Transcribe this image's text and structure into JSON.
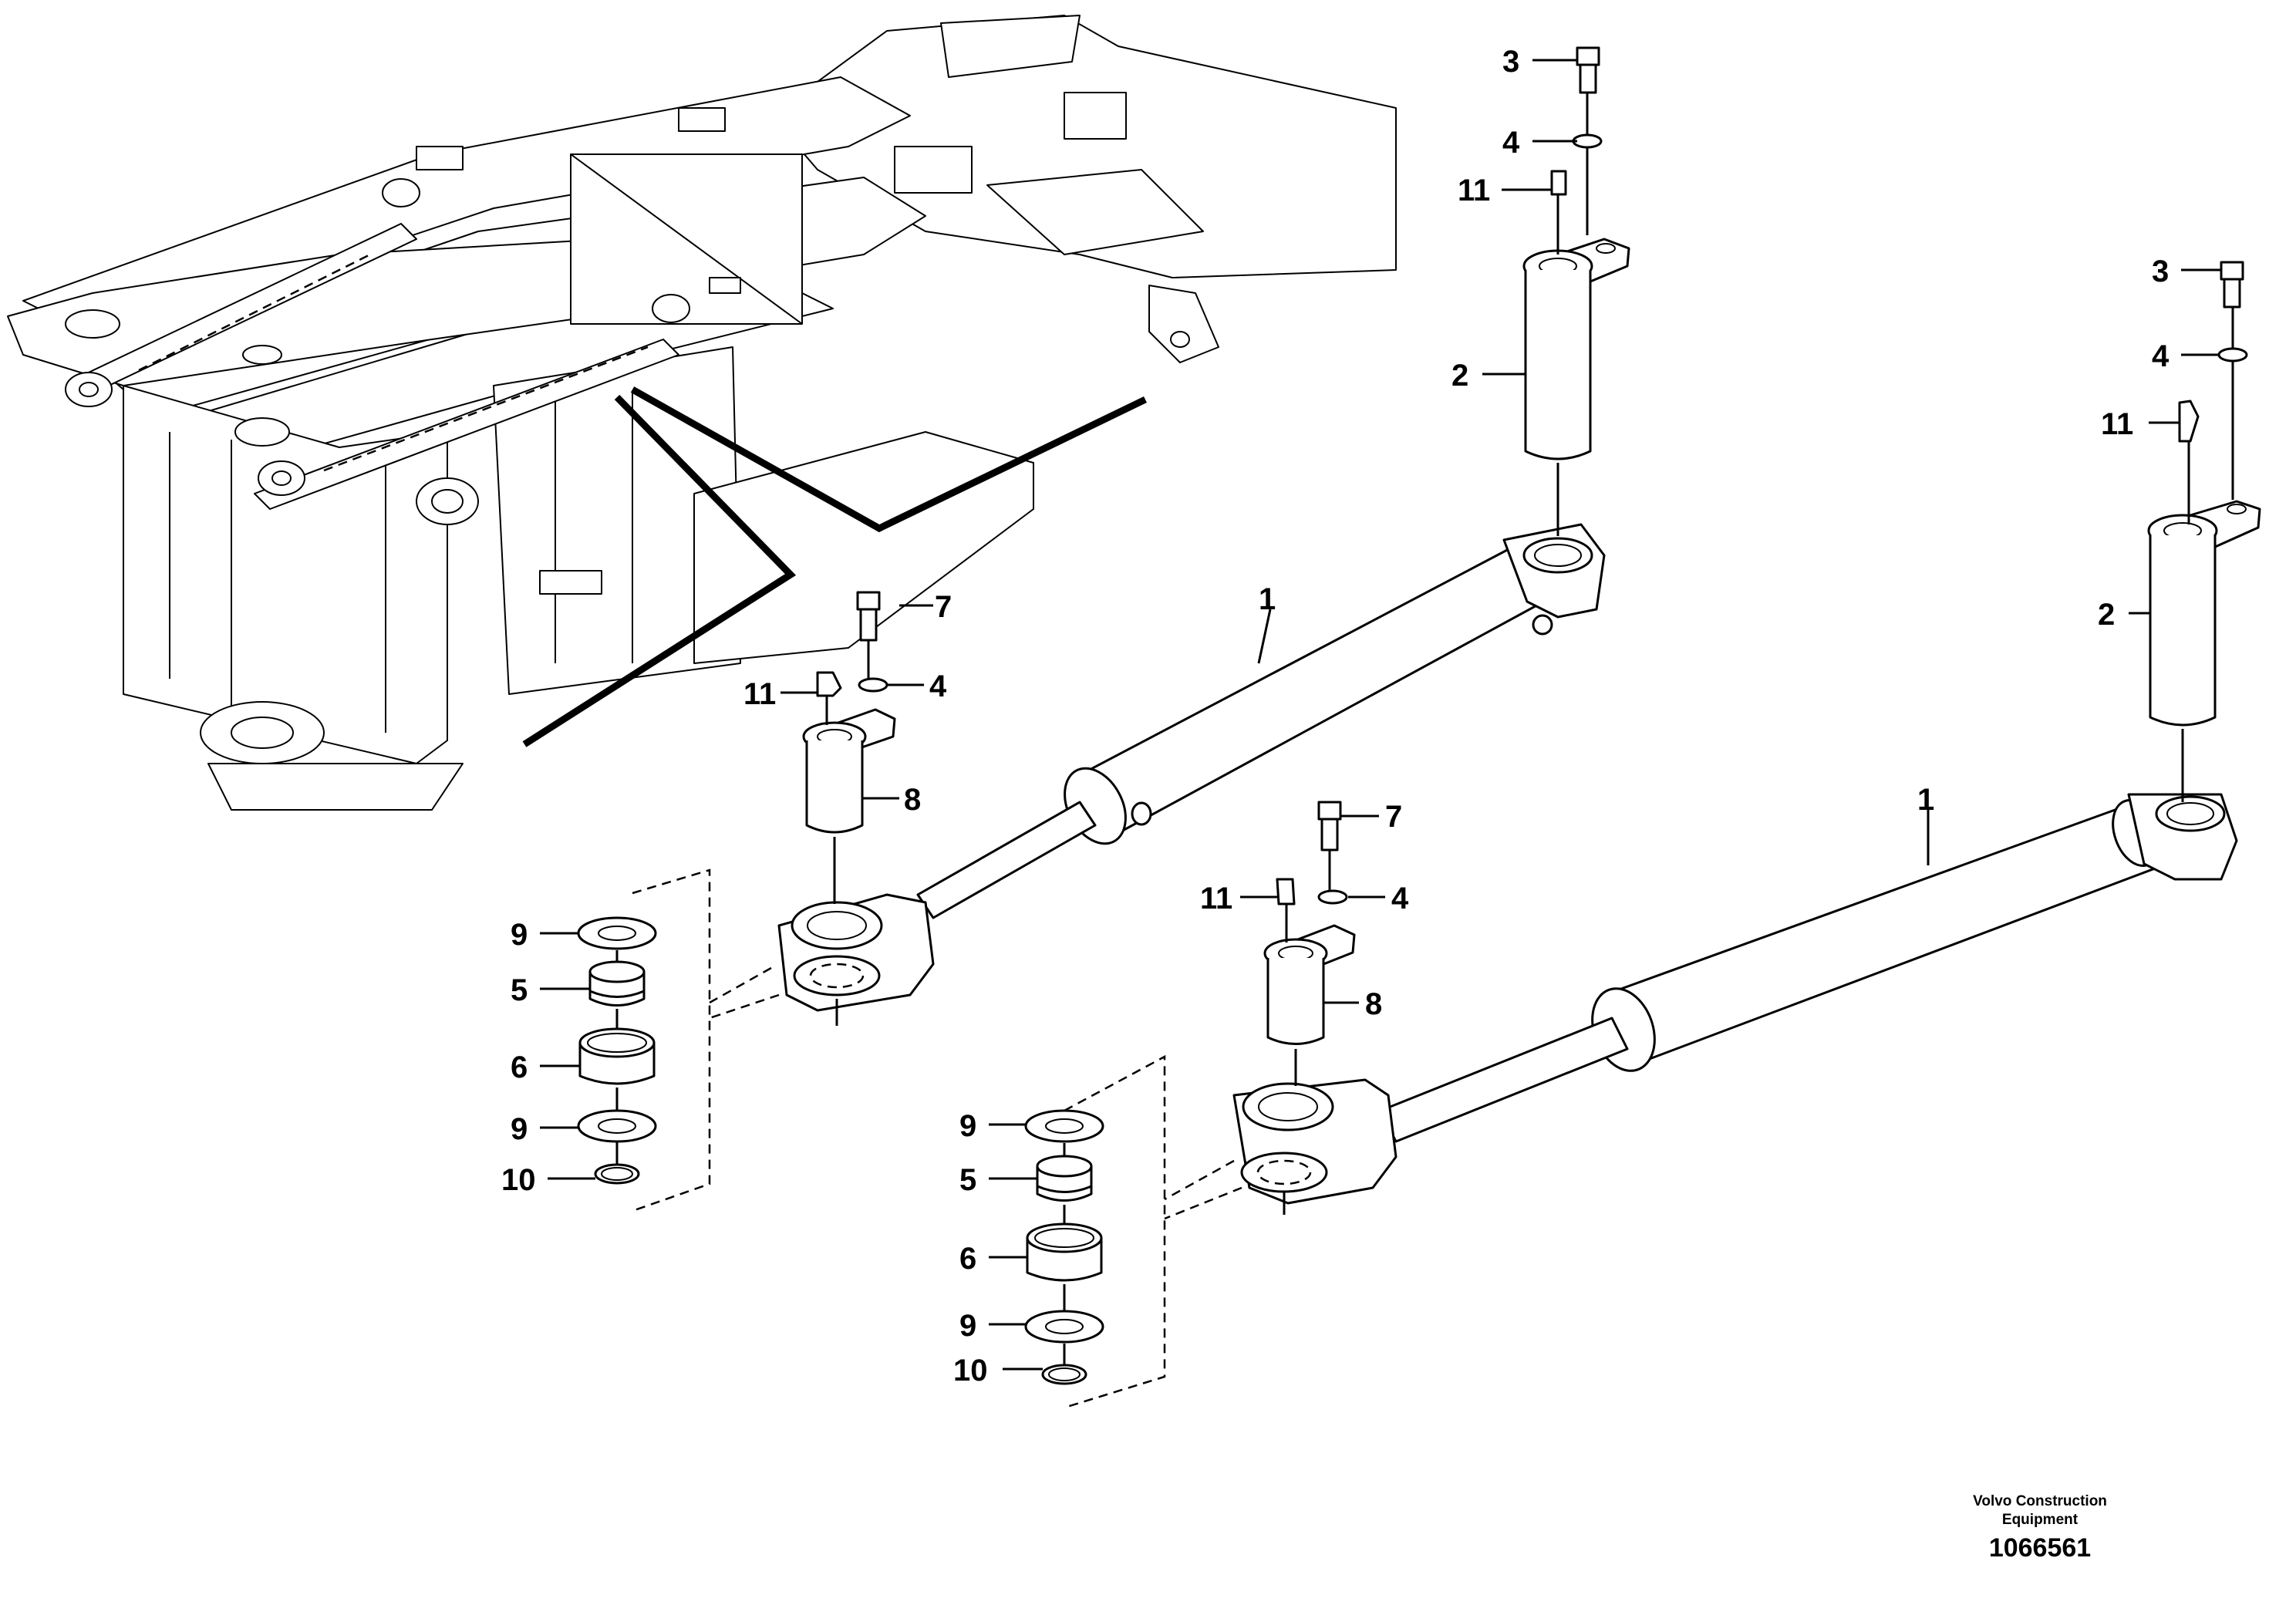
{
  "callouts": {
    "c1a": "1",
    "c1b": "1",
    "c2a": "2",
    "c2b": "2",
    "c3a": "3",
    "c3b": "3",
    "c4a": "4",
    "c4b": "4",
    "c4c": "4",
    "c4d": "4",
    "c5a": "5",
    "c5b": "5",
    "c6a": "6",
    "c6b": "6",
    "c7a": "7",
    "c7b": "7",
    "c8a": "8",
    "c8b": "8",
    "c9a": "9",
    "c9b": "9",
    "c9c": "9",
    "c9d": "9",
    "c10a": "10",
    "c10b": "10",
    "c11a": "11",
    "c11b": "11",
    "c11c": "11",
    "c11d": "11"
  },
  "footer": {
    "brand_line1": "Volvo Construction",
    "brand_line2": "Equipment",
    "doc_number": "1066561"
  }
}
